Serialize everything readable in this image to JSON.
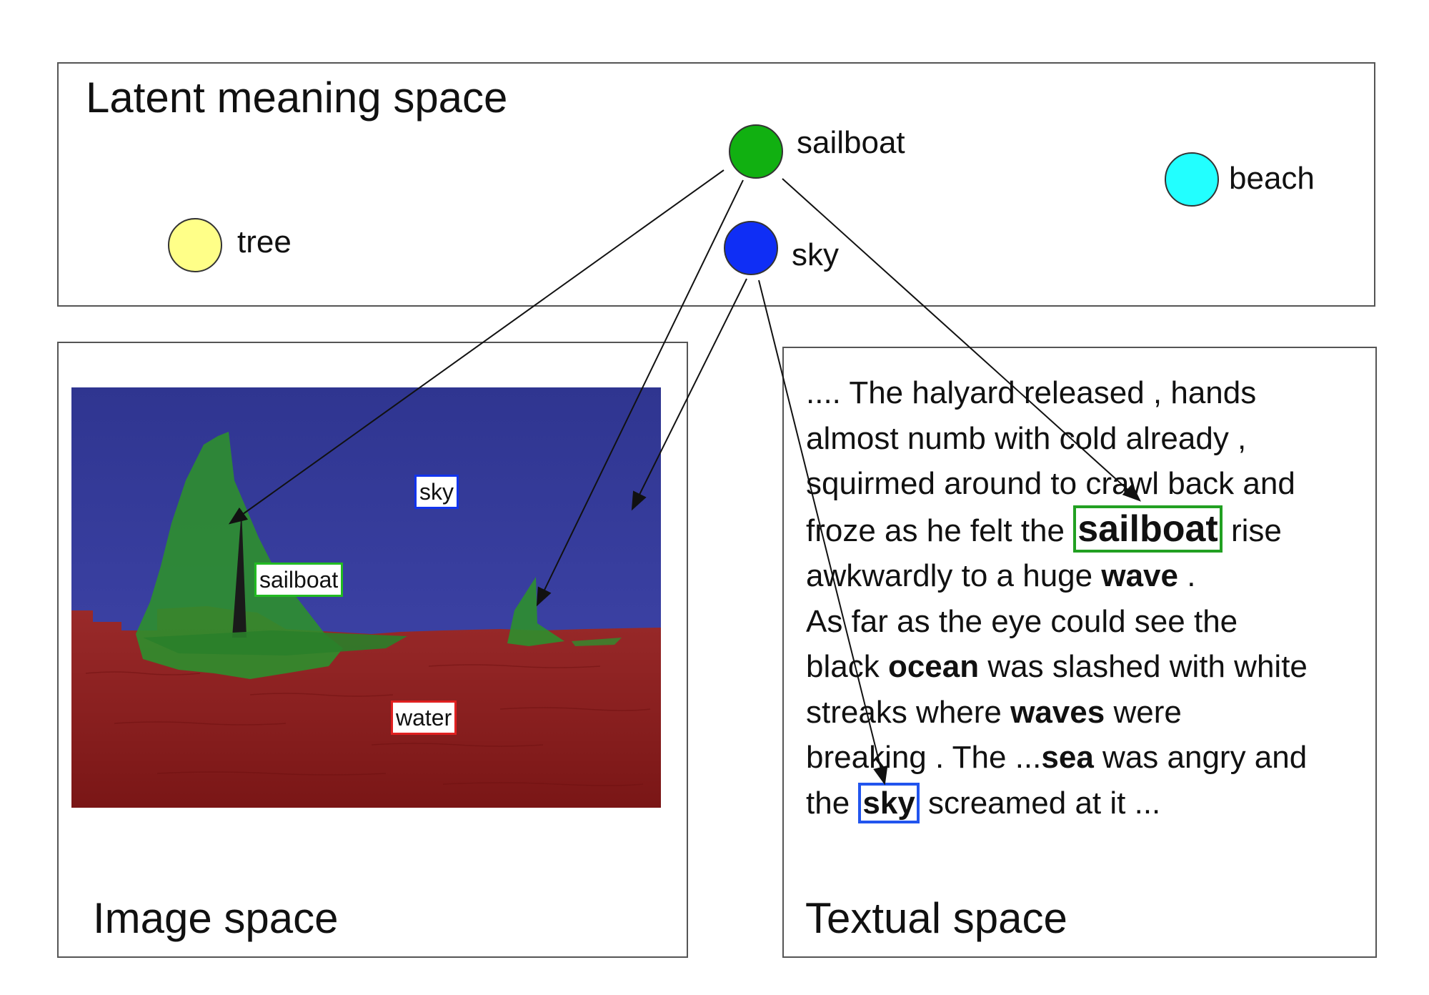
{
  "latent": {
    "title": "Latent meaning space",
    "nodes": {
      "tree": {
        "label": "tree",
        "color": "#ffff88"
      },
      "sailboat": {
        "label": "sailboat",
        "color": "#11b011"
      },
      "sky": {
        "label": "sky",
        "color": "#0f2ef5"
      },
      "beach": {
        "label": "beach",
        "color": "#22ffff"
      }
    }
  },
  "image_space": {
    "title": "Image space",
    "labels": {
      "sky": "sky",
      "sailboat": "sailboat",
      "water": "water"
    },
    "colors": {
      "sky_region": "#3a3fa8",
      "water_region": "#8a1d1d",
      "sailboat_region": "#2e8f2e"
    }
  },
  "textual_space": {
    "title": "Textual space",
    "lines": [
      [
        {
          "t": ".... The halyard released , hands"
        }
      ],
      [
        {
          "t": "almost numb with cold already ,"
        }
      ],
      [
        {
          "t": "squirmed around to crawl back and"
        }
      ],
      [
        {
          "t": "froze as he felt the "
        },
        {
          "t": "sailboat",
          "hl": "sailboat"
        },
        {
          "t": " rise"
        }
      ],
      [
        {
          "t": "awkwardly to a huge "
        },
        {
          "t": "wave",
          "b": true
        },
        {
          "t": " ."
        }
      ],
      [
        {
          "t": "As far as the eye could see the"
        }
      ],
      [
        {
          "t": "black "
        },
        {
          "t": "ocean",
          "b": true
        },
        {
          "t": " was slashed with white"
        }
      ],
      [
        {
          "t": "streaks where "
        },
        {
          "t": "waves",
          "b": true
        },
        {
          "t": " were"
        }
      ],
      [
        {
          "t": "breaking . The ..."
        },
        {
          "t": "sea",
          "b": true
        },
        {
          "t": " was angry and"
        }
      ],
      [
        {
          "t": "the "
        },
        {
          "t": "sky",
          "hl": "sky"
        },
        {
          "t": " screamed at it ..."
        }
      ]
    ]
  }
}
